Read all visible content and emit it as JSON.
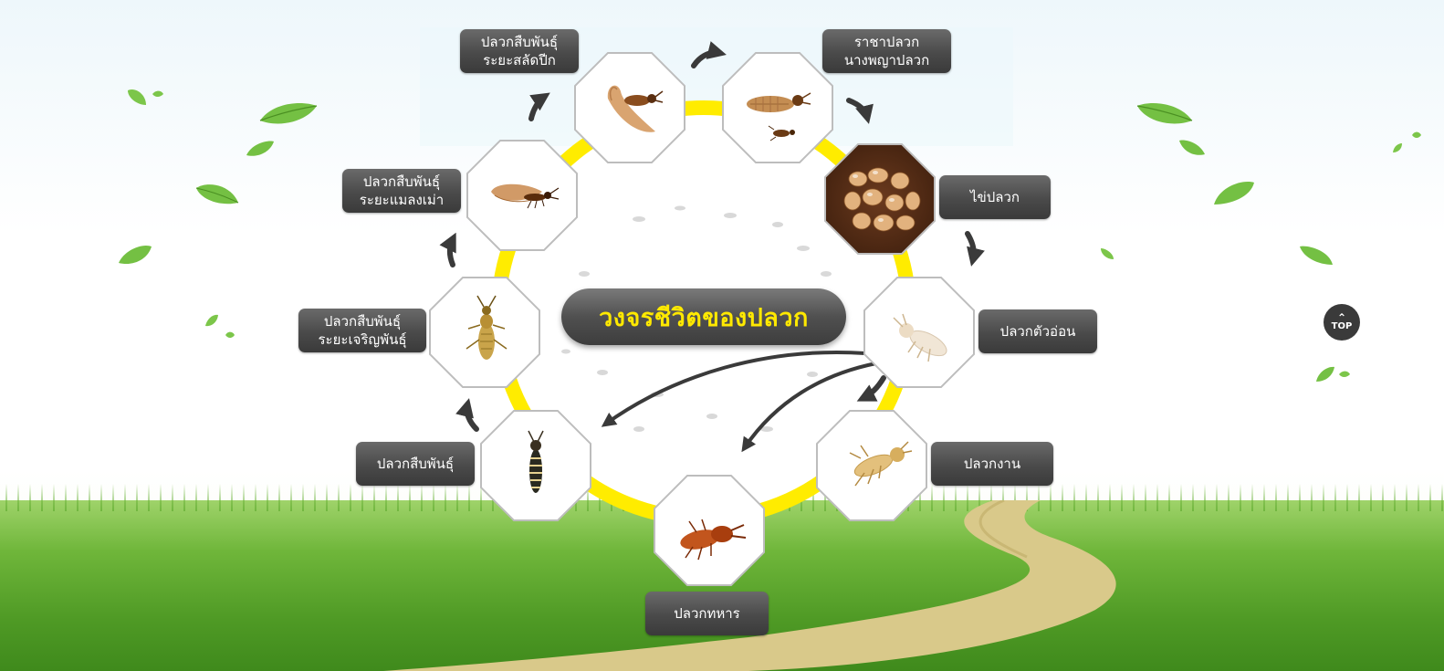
{
  "diagram": {
    "title": "วงจรชีวิตของปลวก",
    "stages": [
      {
        "id": "alate-dealate",
        "lines": [
          "ปลวกสืบพันธุ์",
          "ระยะสลัดปีก"
        ],
        "icon": "termite-dealate-icon"
      },
      {
        "id": "king-queen",
        "lines": [
          "ราชาปลวก",
          "นางพญาปลวก"
        ],
        "icon": "termite-queen-icon"
      },
      {
        "id": "eggs",
        "lines": [
          "ไข่ปลวก"
        ],
        "icon": "termite-eggs-icon"
      },
      {
        "id": "nymph",
        "lines": [
          "ปลวกตัวอ่อน"
        ],
        "icon": "termite-nymph-icon"
      },
      {
        "id": "worker",
        "lines": [
          "ปลวกงาน"
        ],
        "icon": "termite-worker-icon"
      },
      {
        "id": "soldier",
        "lines": [
          "ปลวกทหาร"
        ],
        "icon": "termite-soldier-icon"
      },
      {
        "id": "reproductive",
        "lines": [
          "ปลวกสืบพันธุ์"
        ],
        "icon": "termite-reproductive-icon"
      },
      {
        "id": "mature-reproductive",
        "lines": [
          "ปลวกสืบพันธุ์",
          "ระยะเจริญพันธุ์"
        ],
        "icon": "termite-mature-icon"
      },
      {
        "id": "winged-alate",
        "lines": [
          "ปลวกสืบพันธุ์",
          "ระยะแมลงเม่า"
        ],
        "icon": "termite-winged-icon"
      }
    ]
  },
  "top_button": {
    "label": "TOP",
    "icon": "chevron-up-icon"
  },
  "colors": {
    "ring": "#ffec00",
    "label_bg": "#4d4d4d",
    "title_text": "#ffe900",
    "arrow": "#3a3a3a",
    "leaf": "#6fbf3a"
  }
}
